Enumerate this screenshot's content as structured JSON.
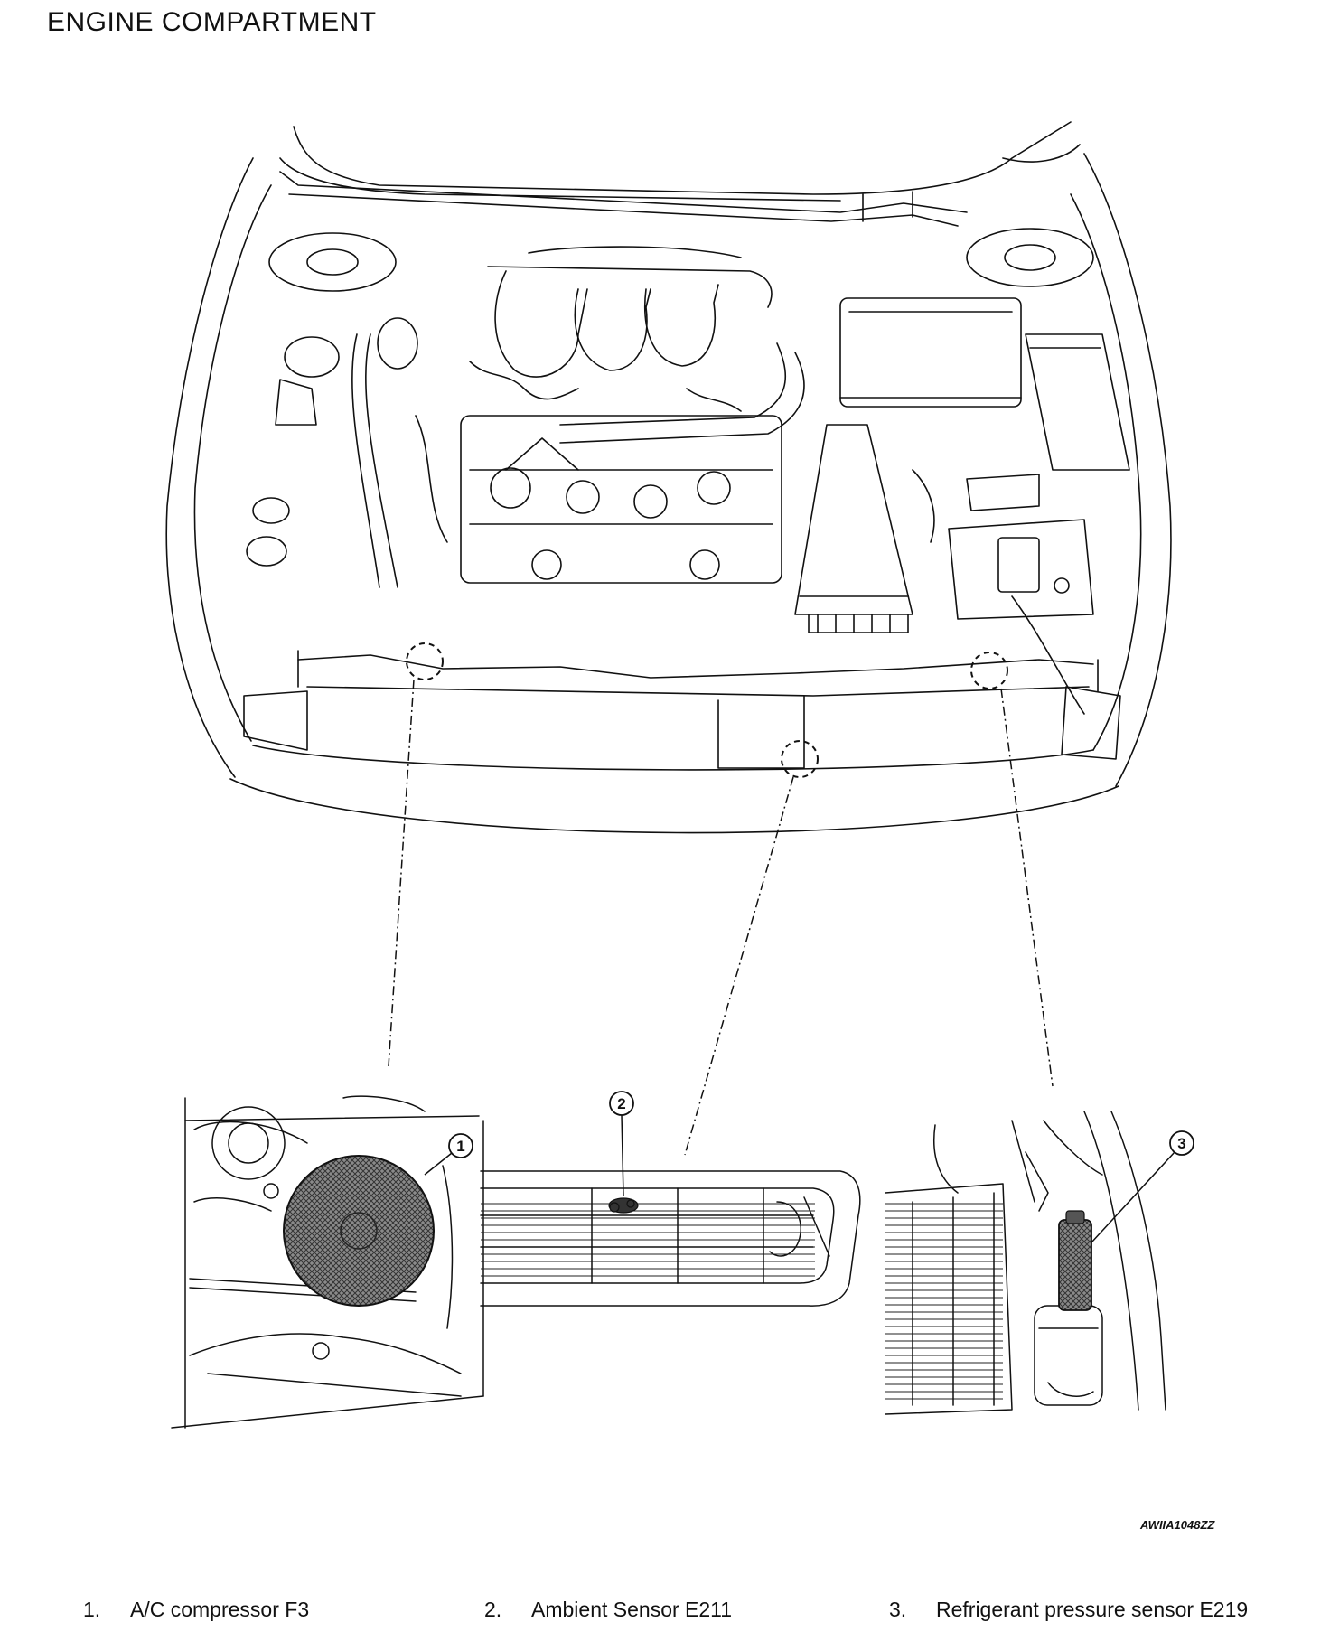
{
  "title": "ENGINE COMPARTMENT",
  "figure_code": "AWIIA1048ZZ",
  "callouts": [
    {
      "number": "1",
      "label": "A/C compressor F3"
    },
    {
      "number": "2",
      "label": "Ambient Sensor E211"
    },
    {
      "number": "3",
      "label": "Refrigerant pressure sensor E219"
    }
  ],
  "legend": [
    {
      "number": "1.",
      "label": "A/C compressor F3"
    },
    {
      "number": "2.",
      "label": "Ambient Sensor E211"
    },
    {
      "number": "3.",
      "label": "Refrigerant pressure sensor E219"
    }
  ],
  "colors": {
    "line": "#111111",
    "background": "#ffffff"
  }
}
